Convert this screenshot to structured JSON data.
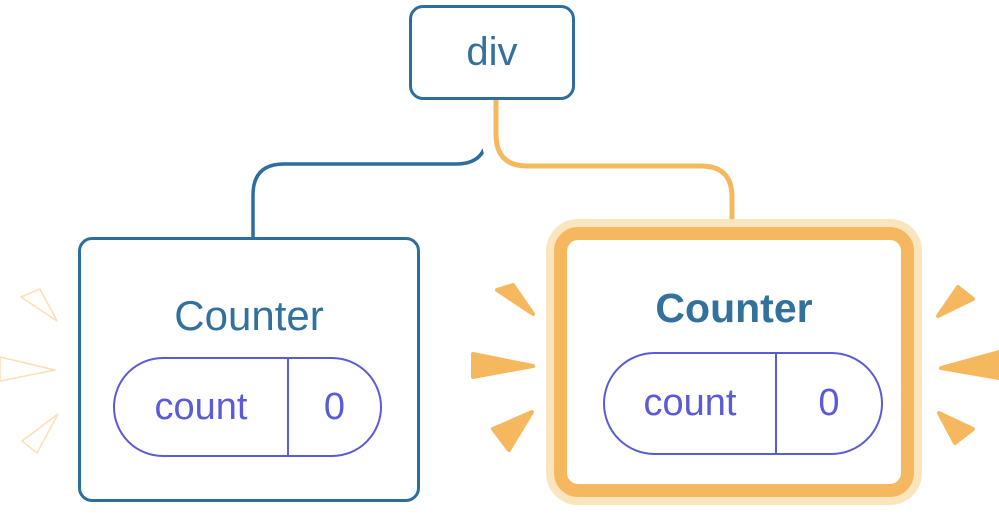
{
  "diagram": {
    "root": {
      "label": "div"
    },
    "children": [
      {
        "label": "Counter",
        "highlighted": false,
        "state": {
          "key": "count",
          "value": "0"
        }
      },
      {
        "label": "Counter",
        "highlighted": true,
        "state": {
          "key": "count",
          "value": "0"
        }
      }
    ]
  },
  "colors": {
    "blue": "#2D6E9E",
    "bluetext": "#33719D",
    "indigo": "#5A5BD7",
    "orange": "#F6B85E",
    "peach": "#FBE5BE",
    "white": "#FFFFFF"
  }
}
